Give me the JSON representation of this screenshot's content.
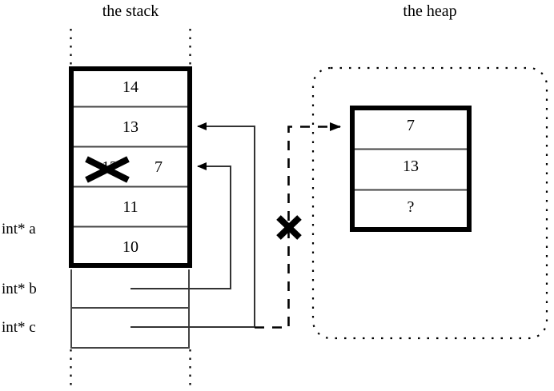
{
  "diagram": {
    "title_stack": "the stack",
    "title_heap": "the heap",
    "colors": {
      "ink": "#000000",
      "background": "#ffffff",
      "thin_rule": "#555555"
    }
  },
  "stack": {
    "label": "the stack",
    "variables": [
      {
        "name": "int* a",
        "key": "a"
      },
      {
        "name": "int* b",
        "key": "b"
      },
      {
        "name": "int* c",
        "key": "c"
      }
    ],
    "cells": [
      {
        "value": "14",
        "struck": false
      },
      {
        "value": "13",
        "struck": false
      },
      {
        "value": "12",
        "struck": true,
        "replacement": "7"
      },
      {
        "value": "11",
        "struck": false
      },
      {
        "value": "10",
        "struck": false
      }
    ],
    "pointer_rows": [
      {
        "var": "int* b",
        "targets_cell_value": "12"
      },
      {
        "var": "int* c",
        "targets_cell_value": "13"
      }
    ]
  },
  "heap": {
    "label": "the heap",
    "cells": [
      {
        "value": "7"
      },
      {
        "value": "13"
      },
      {
        "value": "?"
      }
    ]
  },
  "annotations": {
    "struck_cell_old_value": "12",
    "struck_cell_new_value": "7",
    "invalidated_pointer_marker": "x-cross-mark",
    "invalidated_pointer_var": "int* c"
  }
}
